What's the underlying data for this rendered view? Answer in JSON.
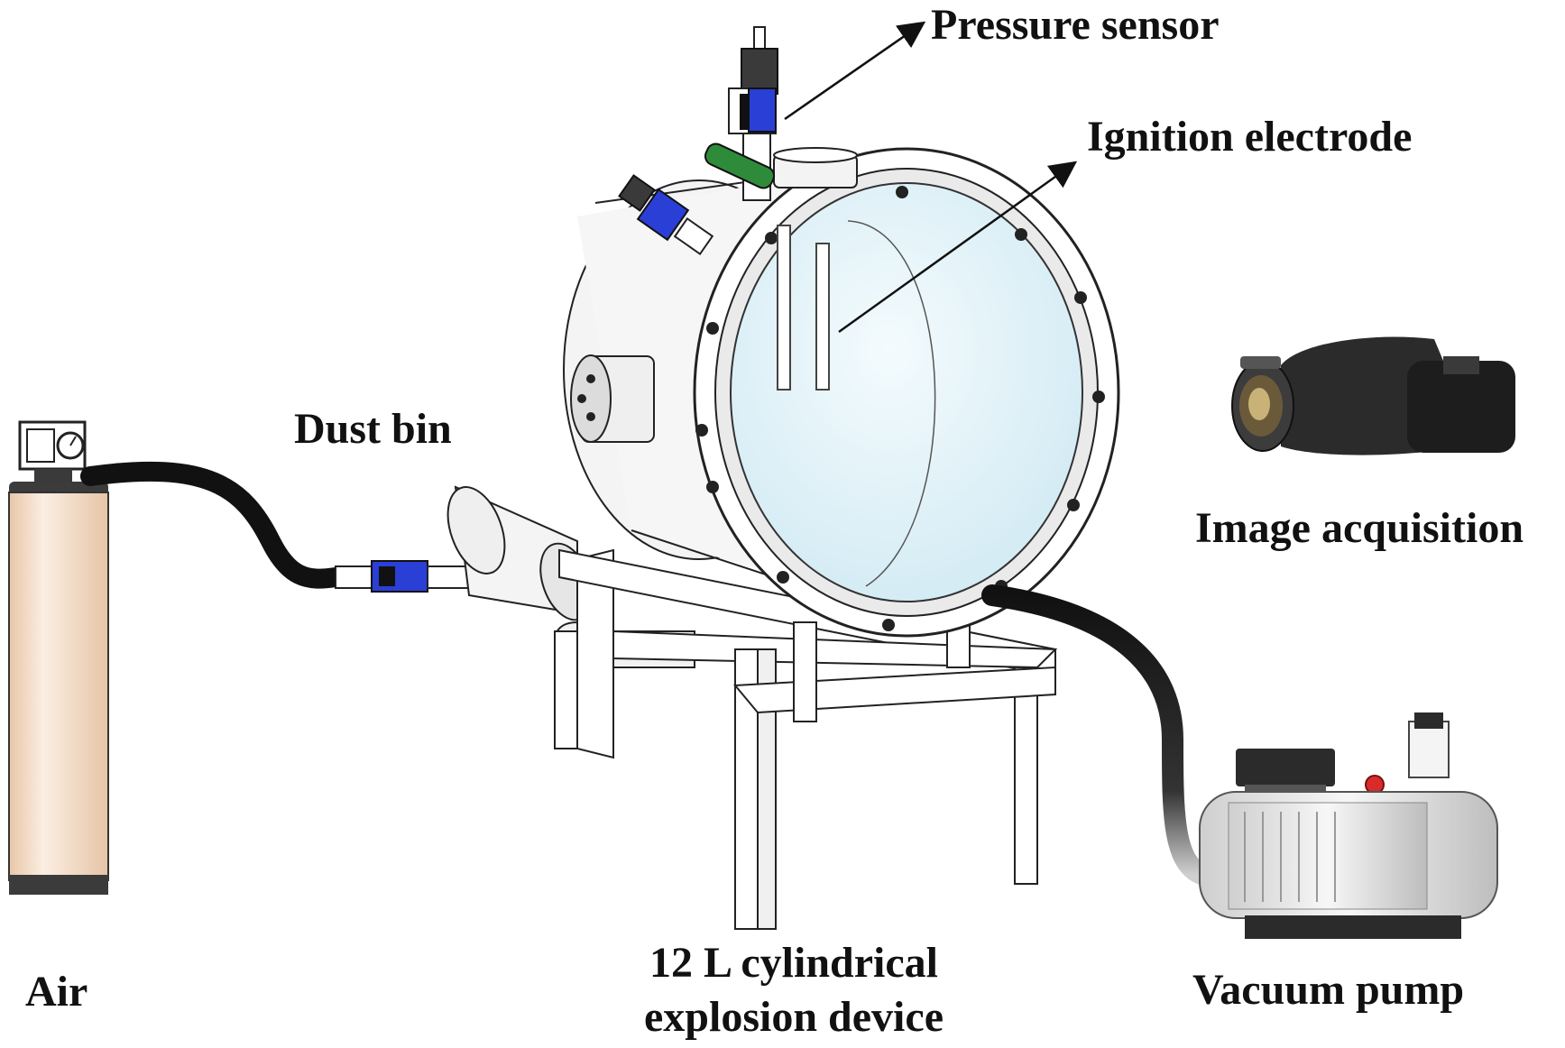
{
  "labels": {
    "pressure_sensor": "Pressure sensor",
    "ignition_electrode": "Ignition electrode",
    "dust_bin": "Dust bin",
    "image_acquisition": "Image acquisition",
    "air": "Air",
    "device_line1": "12 L cylindrical",
    "device_line2": "explosion device",
    "vacuum_pump": "Vacuum pump"
  },
  "colors": {
    "sensor_blue": "#2a3fd6",
    "valve_green": "#2e8b3a",
    "window_tint": "#d6eef6",
    "cylinder_tan": "#f3dcc8",
    "hose": "#111111",
    "pump_red": "#d92b2b"
  }
}
